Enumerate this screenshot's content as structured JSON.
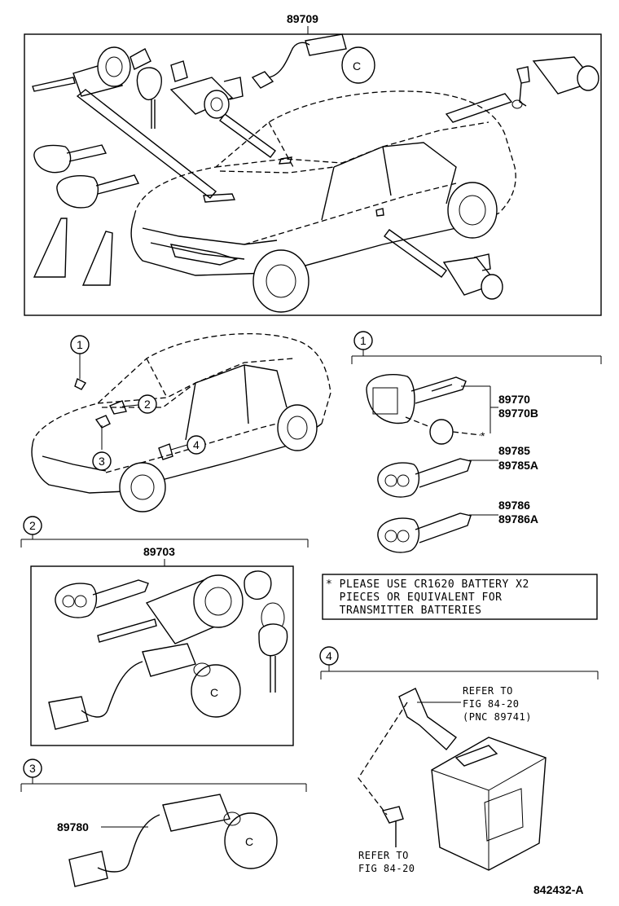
{
  "top_assembly": {
    "part_number": "89709"
  },
  "callouts": {
    "c1": "1",
    "c2": "2",
    "c3": "3",
    "c4": "4"
  },
  "section1": {
    "label": "1",
    "transmitter_key_parts": [
      "89770",
      "89770B"
    ],
    "battery_marker": "*",
    "master_key_parts": [
      "89785",
      "89785A"
    ],
    "sub_key_parts": [
      "89786",
      "89786A"
    ]
  },
  "note": {
    "lines": [
      "* PLEASE USE CR1620 BATTERY X2",
      "  PIECES OR EQUIVALENT FOR",
      "  TRANSMITTER BATTERIES"
    ]
  },
  "section2": {
    "label": "2",
    "part_number": "89703"
  },
  "section3": {
    "label": "3",
    "part_number": "89780"
  },
  "section4": {
    "label": "4",
    "refer_upper": [
      "REFER TO",
      "FIG 84-20",
      "(PNC 89741)"
    ],
    "refer_lower": [
      "REFER TO",
      "FIG 84-20"
    ]
  },
  "drawing_id": "842432-A"
}
